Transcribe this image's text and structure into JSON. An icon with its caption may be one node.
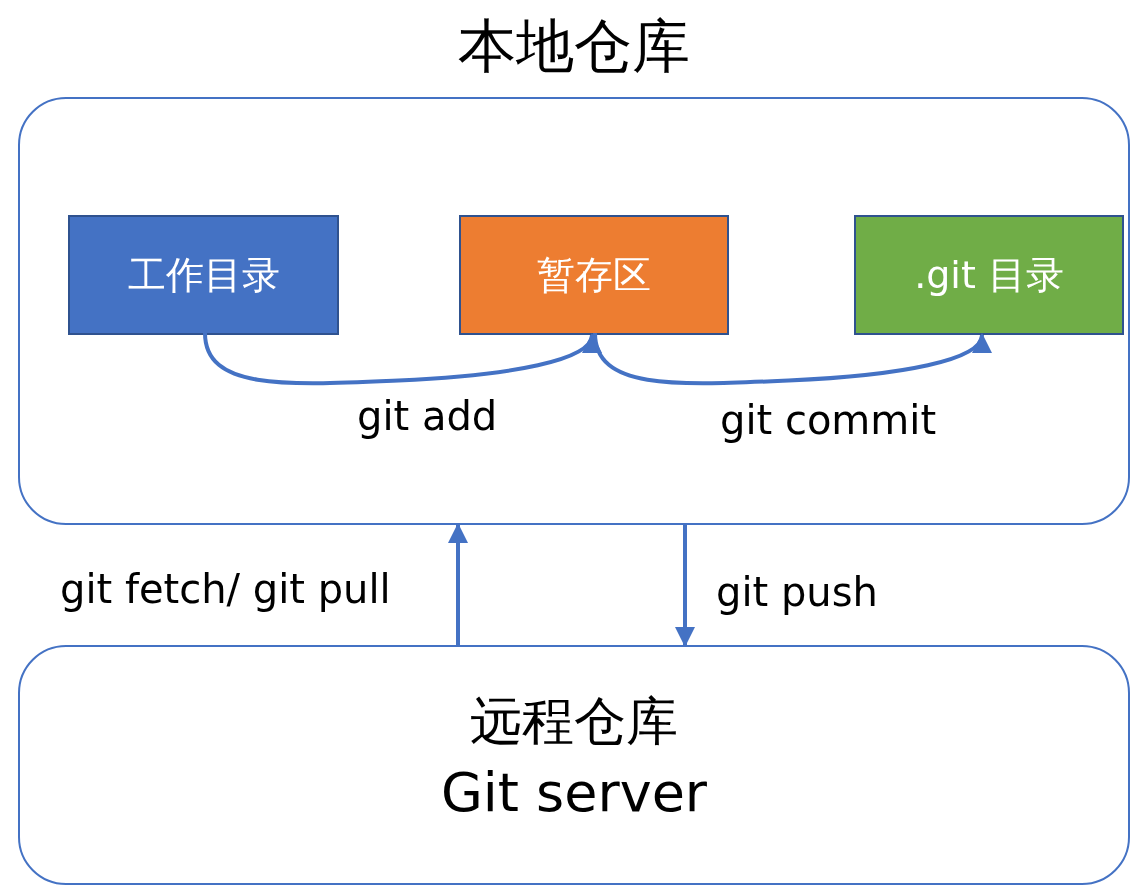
{
  "diagram": {
    "nodes": [
      {
        "text": [
          "本地仓库"
        ]
      },
      {
        "text": [
          "工作目录"
        ],
        "in": 0
      },
      {
        "text": [
          "暂存区"
        ],
        "in": 0
      },
      {
        "text": [
          ".git 目录"
        ],
        "in": 0
      },
      {
        "text": [
          "远程仓库",
          "Git server"
        ]
      }
    ],
    "edges": [
      {
        "from": 1,
        "to": 2,
        "arrow": "to",
        "label": "git add"
      },
      {
        "from": 2,
        "to": 3,
        "arrow": "to",
        "label": "git commit"
      },
      {
        "from": 4,
        "to": 0,
        "arrow": "to",
        "label": "git fetch/ git pull"
      },
      {
        "from": 0,
        "to": 4,
        "arrow": "to",
        "label": "git push"
      }
    ]
  }
}
